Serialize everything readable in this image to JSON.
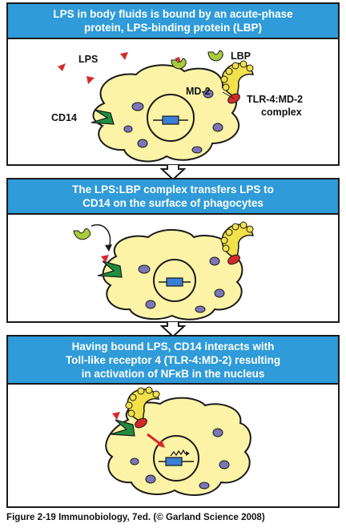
{
  "panels": [
    {
      "title_line1": "LPS in body fluids is bound by an acute-phase",
      "title_line2": "protein, LPS-binding protein (LBP)",
      "labels": {
        "lps": "LPS",
        "lbp": "LBP",
        "md2": "MD-2",
        "cd14": "CD14",
        "tlr_line1": "TLR-4:MD-2",
        "tlr_line2": "complex"
      }
    },
    {
      "title_line1": "The LPS:LBP complex transfers LPS to",
      "title_line2": "CD14 on the surface of phagocytes"
    },
    {
      "title_line1": "Having bound LPS, CD14 interacts with",
      "title_line2": "Toll-like receptor 4 (TLR-4:MD-2) resulting",
      "title_line3": "in activation of NFκB in the nucleus"
    }
  ],
  "footer": "Figure 2-19  Immunobiology, 7ed. (© Garland Science 2008)",
  "colors": {
    "header_blue": "#2f9bd8",
    "cell_yellow": "#fdf3a6",
    "lps_red": "#d42a2a",
    "lbp_green": "#a9cc3a",
    "cd14_green": "#1f8f3f",
    "tlr_yellow": "#f2e14a",
    "nucleus_blue": "#3b7fd4",
    "vesicle_purple": "#7b76b8"
  }
}
